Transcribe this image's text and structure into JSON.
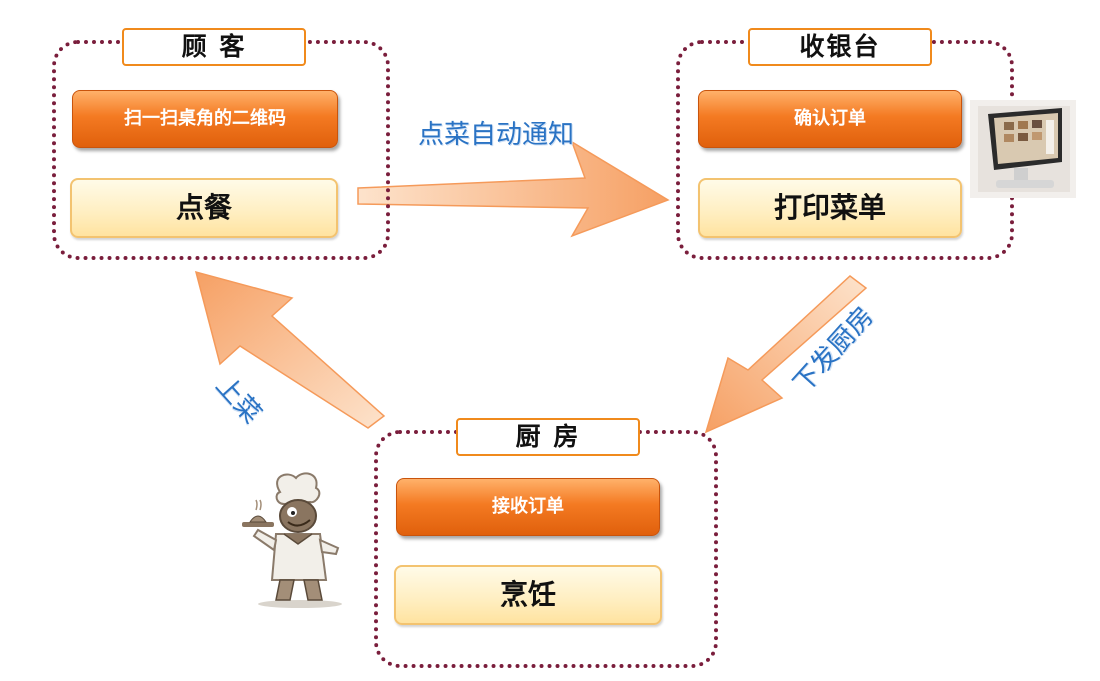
{
  "groups": {
    "customer": {
      "title": "顾  客",
      "action": "扫一扫桌角的二维码",
      "step": "点餐"
    },
    "cashier": {
      "title": "收银台",
      "action": "确认订单",
      "step": "打印菜单"
    },
    "kitchen": {
      "title": "厨  房",
      "action": "接收订单",
      "step": "烹饪"
    }
  },
  "flows": {
    "customer_to_cashier": "点菜自动通知",
    "cashier_to_kitchen": "下发厨房",
    "kitchen_to_customer": "上菜"
  },
  "icons": {
    "pos_terminal": "pos-terminal-icon",
    "chef": "chef-icon"
  },
  "colors": {
    "border": "#7a1e3c",
    "title_border": "#f08a1c",
    "orange": "#f47a22",
    "cream": "#ffeec0",
    "arrow": "#f9b07a",
    "label": "#2a73c4"
  }
}
